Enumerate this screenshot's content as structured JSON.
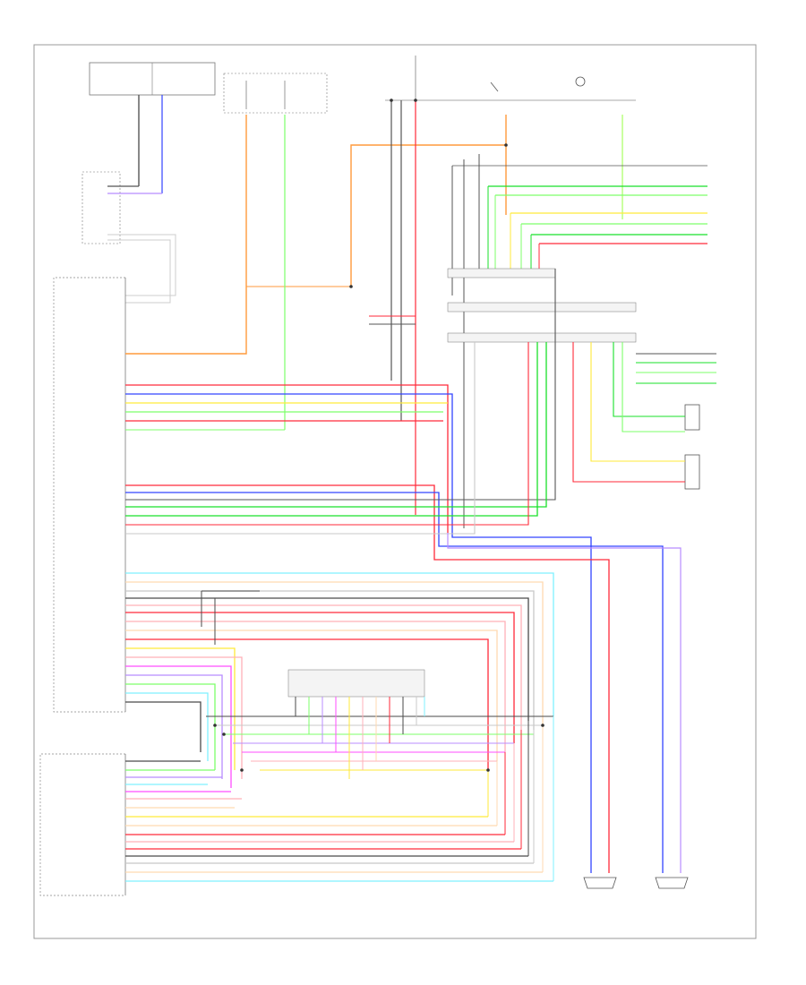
{
  "diagram": {
    "title": "",
    "footer_code": "",
    "colors": {
      "frame": "#8a8a8a",
      "orange": "#ff9a3c",
      "light_green": "#7dff6a",
      "green": "#19e02a",
      "red": "#ff2a3a",
      "blue": "#3344ff",
      "violet": "#b88cff",
      "yellow": "#ffe93a",
      "pink": "#ffb0b8",
      "cyan": "#7ff0ff",
      "magenta": "#ff4dff",
      "dark_gray": "#4a4a4a",
      "light_gray": "#c8c8c8",
      "peach": "#ffd9b0"
    },
    "components": [
      {
        "id": "underhood-fuse-box",
        "name": "underhood-fuse-box-icon"
      },
      {
        "id": "fuse-blocks",
        "name": "fuse-box-icon"
      },
      {
        "id": "audio-unit",
        "name": "audio-unit-icon"
      },
      {
        "id": "cd-changer",
        "name": "cd-changer-icon"
      },
      {
        "id": "antenna-amp",
        "name": "antenna-amp-icon"
      },
      {
        "id": "right-front-speaker",
        "name": "speaker-icon"
      },
      {
        "id": "left-front-speaker",
        "name": "speaker-icon"
      },
      {
        "id": "tweeter-right",
        "name": "tweeter-icon"
      },
      {
        "id": "tweeter-left",
        "name": "tweeter-icon"
      },
      {
        "id": "dimmer-switch",
        "name": "switch-icon"
      },
      {
        "id": "ground",
        "name": "ground-icon"
      }
    ]
  }
}
